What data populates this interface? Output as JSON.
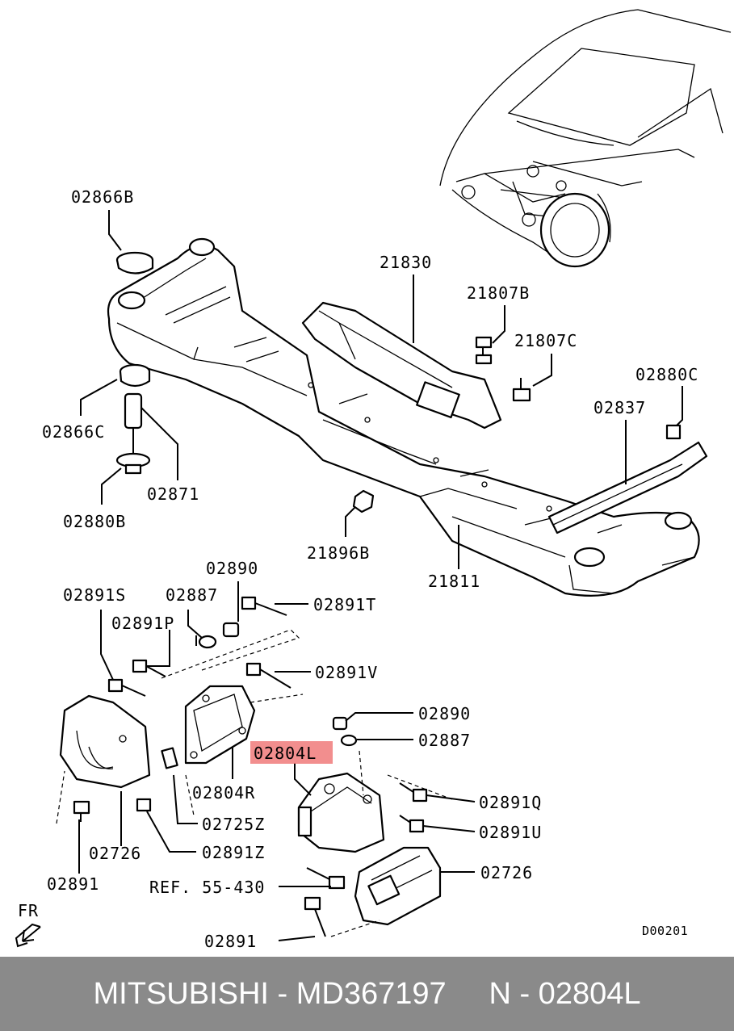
{
  "labels": {
    "p02866B": "02866B",
    "p21830": "21830",
    "p21807B": "21807B",
    "p21807C": "21807C",
    "p02880C": "02880C",
    "p02837": "02837",
    "p02866C": "02866C",
    "p02871": "02871",
    "p02880B": "02880B",
    "p21896B": "21896B",
    "p21811": "21811",
    "p02890_top": "02890",
    "p02891S": "02891S",
    "p02887_top": "02887",
    "p02891T": "02891T",
    "p02891P": "02891P",
    "p02891V": "02891V",
    "p02890_right": "02890",
    "p02887_right": "02887",
    "p02804L": "02804L",
    "p02804R": "02804R",
    "p02891Q": "02891Q",
    "p02891U": "02891U",
    "p02725Z": "02725Z",
    "p02726_left": "02726",
    "p02891Z": "02891Z",
    "p02891_left": "02891",
    "ref": "REF. 55-430",
    "p02726_right": "02726",
    "p02891_bottom": "02891",
    "fr": "FR",
    "diagram_code": "D00201"
  },
  "footer": {
    "brand": "MITSUBISHI",
    "part_number": "MD367197",
    "ref_number": "N - 02804L"
  },
  "colors": {
    "highlight": "#f07a7a",
    "footer_bg": "#8a8a8a",
    "footer_text": "#ffffff"
  }
}
